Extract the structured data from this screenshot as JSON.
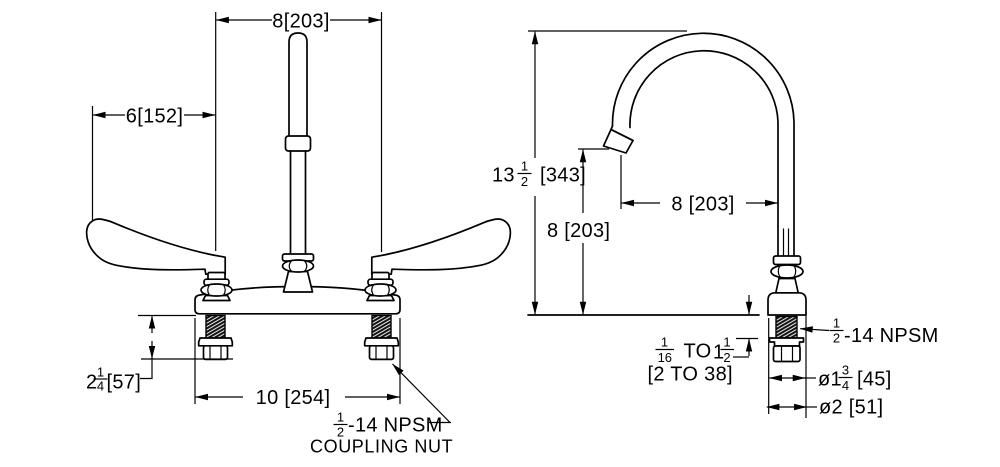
{
  "drawing_title": "faucet-dimension-drawing",
  "front_view": {
    "spout_spread_dim": "8[203]",
    "handle_reach_dim": "6[152]",
    "deck_clamp_dim": {
      "whole": "2",
      "num": "1",
      "den": "4",
      "metric": "[57]"
    },
    "shank_centers_dim": "10 [254]",
    "coupling_note": {
      "num": "1",
      "den": "2",
      "rest": "-14 NPSM",
      "line2": "COUPLING NUT"
    }
  },
  "side_view": {
    "overall_height_dim": {
      "whole": "13",
      "num": "1",
      "den": "2",
      "metric": "[343]"
    },
    "outlet_height_dim": "8 [203]",
    "spout_reach_dim": "8 [203]",
    "deck_range_dim": {
      "num1": "1",
      "den1": "16",
      "to": "TO",
      "whole2": "1",
      "num2": "1",
      "den2": "2",
      "line2": "[2 TO 38]"
    },
    "shank_thread_note": {
      "num": "1",
      "den": "2",
      "rest": "-14 NPSM"
    },
    "flange_dia_dim": {
      "prefix": "ø1",
      "num": "3",
      "den": "4",
      "metric": "[45]"
    },
    "base_dia_dim": "ø2 [51]"
  }
}
